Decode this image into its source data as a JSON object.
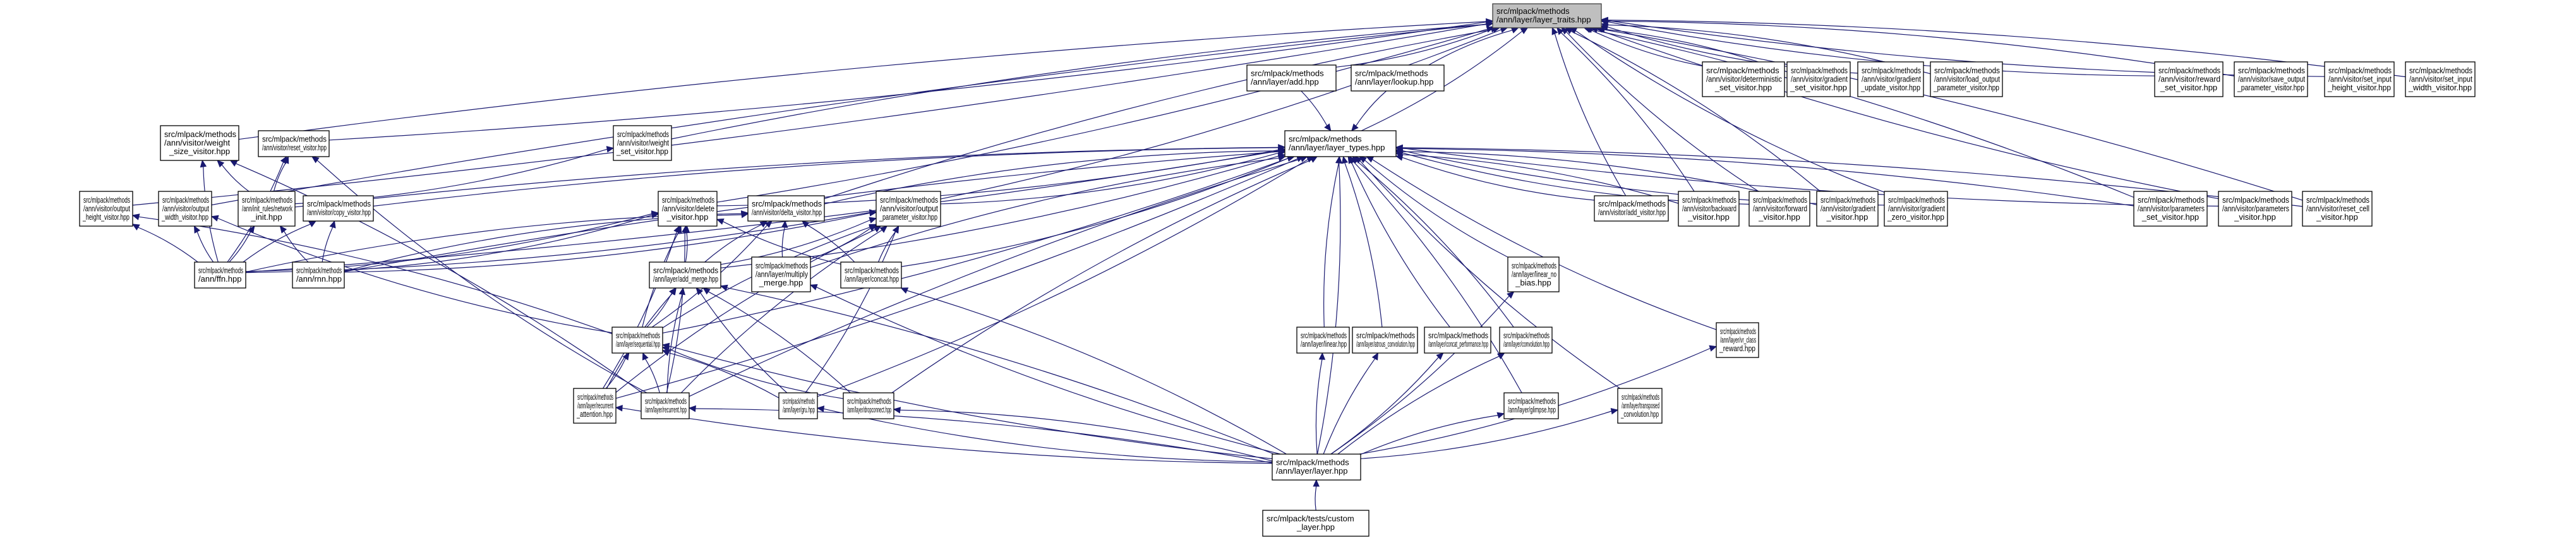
{
  "graph": {
    "kind": "doxygen-included-by-graph",
    "colors": {
      "edge": "#191970",
      "node_border": "#000000",
      "root_fill": "#bfbfbf",
      "node_fill": "#ffffff"
    },
    "root": "layer_traits",
    "nodes": [
      {
        "id": "layer_traits",
        "lines": [
          "src/mlpack/methods",
          "/ann/layer/layer_traits.hpp"
        ]
      },
      {
        "id": "add",
        "lines": [
          "src/mlpack/methods",
          "/ann/layer/add.hpp"
        ]
      },
      {
        "id": "lookup",
        "lines": [
          "src/mlpack/methods",
          "/ann/layer/lookup.hpp"
        ]
      },
      {
        "id": "layer_types",
        "lines": [
          "src/mlpack/methods",
          "/ann/layer/layer_types.hpp"
        ]
      },
      {
        "id": "deterministic_set_visitor",
        "lines": [
          "src/mlpack/methods",
          "/ann/visitor/deterministic",
          "_set_visitor.hpp"
        ]
      },
      {
        "id": "gradient_set_visitor",
        "lines": [
          "src/mlpack/methods",
          "/ann/visitor/gradient",
          "_set_visitor.hpp"
        ]
      },
      {
        "id": "gradient_update_visitor",
        "lines": [
          "src/mlpack/methods",
          "/ann/visitor/gradient",
          "_update_visitor.hpp"
        ]
      },
      {
        "id": "load_output_parameter_visitor",
        "lines": [
          "src/mlpack/methods",
          "/ann/visitor/load_output",
          "_parameter_visitor.hpp"
        ]
      },
      {
        "id": "reward_set_visitor",
        "lines": [
          "src/mlpack/methods",
          "/ann/visitor/reward",
          "_set_visitor.hpp"
        ]
      },
      {
        "id": "save_output_parameter_visitor",
        "lines": [
          "src/mlpack/methods",
          "/ann/visitor/save_output",
          "_parameter_visitor.hpp"
        ]
      },
      {
        "id": "set_input_height_visitor",
        "lines": [
          "src/mlpack/methods",
          "/ann/visitor/set_input",
          "_height_visitor.hpp"
        ]
      },
      {
        "id": "set_input_width_visitor",
        "lines": [
          "src/mlpack/methods",
          "/ann/visitor/set_input",
          "_width_visitor.hpp"
        ]
      },
      {
        "id": "weight_size_visitor",
        "lines": [
          "src/mlpack/methods",
          "/ann/visitor/weight",
          "_size_visitor.hpp"
        ]
      },
      {
        "id": "reset_visitor",
        "lines": [
          "src/mlpack/methods",
          "/ann/visitor/reset_visitor.hpp"
        ]
      },
      {
        "id": "weight_set_visitor",
        "lines": [
          "src/mlpack/methods",
          "/ann/visitor/weight",
          "_set_visitor.hpp"
        ]
      },
      {
        "id": "output_height_visitor",
        "lines": [
          "src/mlpack/methods",
          "/ann/visitor/output",
          "_height_visitor.hpp"
        ]
      },
      {
        "id": "output_width_visitor",
        "lines": [
          "src/mlpack/methods",
          "/ann/visitor/output",
          "_width_visitor.hpp"
        ]
      },
      {
        "id": "network_init",
        "lines": [
          "src/mlpack/methods",
          "/ann/init_rules/network",
          "_init.hpp"
        ]
      },
      {
        "id": "copy_visitor",
        "lines": [
          "src/mlpack/methods",
          "/ann/visitor/copy_visitor.hpp"
        ]
      },
      {
        "id": "delete_visitor",
        "lines": [
          "src/mlpack/methods",
          "/ann/visitor/delete",
          "_visitor.hpp"
        ]
      },
      {
        "id": "delta_visitor",
        "lines": [
          "src/mlpack/methods",
          "/ann/visitor/delta_visitor.hpp"
        ]
      },
      {
        "id": "output_parameter_visitor",
        "lines": [
          "src/mlpack/methods",
          "/ann/visitor/output",
          "_parameter_visitor.hpp"
        ]
      },
      {
        "id": "add_visitor",
        "lines": [
          "src/mlpack/methods",
          "/ann/visitor/add_visitor.hpp"
        ]
      },
      {
        "id": "backward_visitor",
        "lines": [
          "src/mlpack/methods",
          "/ann/visitor/backward",
          "_visitor.hpp"
        ]
      },
      {
        "id": "forward_visitor",
        "lines": [
          "src/mlpack/methods",
          "/ann/visitor/forward",
          "_visitor.hpp"
        ]
      },
      {
        "id": "gradient_visitor",
        "lines": [
          "src/mlpack/methods",
          "/ann/visitor/gradient",
          "_visitor.hpp"
        ]
      },
      {
        "id": "gradient_zero_visitor",
        "lines": [
          "src/mlpack/methods",
          "/ann/visitor/gradient",
          "_zero_visitor.hpp"
        ]
      },
      {
        "id": "parameters_set_visitor",
        "lines": [
          "src/mlpack/methods",
          "/ann/visitor/parameters",
          "_set_visitor.hpp"
        ]
      },
      {
        "id": "parameters_visitor",
        "lines": [
          "src/mlpack/methods",
          "/ann/visitor/parameters",
          "_visitor.hpp"
        ]
      },
      {
        "id": "reset_cell_visitor",
        "lines": [
          "src/mlpack/methods",
          "/ann/visitor/reset_cell",
          "_visitor.hpp"
        ]
      },
      {
        "id": "ffn",
        "lines": [
          "src/mlpack/methods",
          "/ann/ffn.hpp"
        ]
      },
      {
        "id": "rnn",
        "lines": [
          "src/mlpack/methods",
          "/ann/rnn.hpp"
        ]
      },
      {
        "id": "add_merge",
        "lines": [
          "src/mlpack/methods",
          "/ann/layer/add_merge.hpp"
        ]
      },
      {
        "id": "multiply_merge",
        "lines": [
          "src/mlpack/methods",
          "/ann/layer/multiply",
          "_merge.hpp"
        ]
      },
      {
        "id": "concat",
        "lines": [
          "src/mlpack/methods",
          "/ann/layer/concat.hpp"
        ]
      },
      {
        "id": "linear_no_bias",
        "lines": [
          "src/mlpack/methods",
          "/ann/layer/linear_no",
          "_bias.hpp"
        ]
      },
      {
        "id": "sequential",
        "lines": [
          "src/mlpack/methods",
          "/ann/layer/sequential.hpp"
        ]
      },
      {
        "id": "linear",
        "lines": [
          "src/mlpack/methods",
          "/ann/layer/linear.hpp"
        ]
      },
      {
        "id": "atrous_convolution",
        "lines": [
          "src/mlpack/methods",
          "/ann/layer/atrous_convolution.hpp"
        ]
      },
      {
        "id": "concat_performance",
        "lines": [
          "src/mlpack/methods",
          "/ann/layer/concat_performance.hpp"
        ]
      },
      {
        "id": "convolution",
        "lines": [
          "src/mlpack/methods",
          "/ann/layer/convolution.hpp"
        ]
      },
      {
        "id": "vr_class_reward",
        "lines": [
          "src/mlpack/methods",
          "/ann/layer/vr_class",
          "_reward.hpp"
        ]
      },
      {
        "id": "recurrent_attention",
        "lines": [
          "src/mlpack/methods",
          "/ann/layer/recurrent",
          "_attention.hpp"
        ]
      },
      {
        "id": "recurrent",
        "lines": [
          "src/mlpack/methods",
          "/ann/layer/recurrent.hpp"
        ]
      },
      {
        "id": "gru",
        "lines": [
          "src/mlpack/methods",
          "/ann/layer/gru.hpp"
        ]
      },
      {
        "id": "dropconnect",
        "lines": [
          "src/mlpack/methods",
          "/ann/layer/dropconnect.hpp"
        ]
      },
      {
        "id": "glimpse",
        "lines": [
          "src/mlpack/methods",
          "/ann/layer/glimpse.hpp"
        ]
      },
      {
        "id": "transposed_convolution",
        "lines": [
          "src/mlpack/methods",
          "/ann/layer/transposed",
          "_convolution.hpp"
        ]
      },
      {
        "id": "layer",
        "lines": [
          "src/mlpack/methods",
          "/ann/layer/layer.hpp"
        ]
      },
      {
        "id": "custom_layer",
        "lines": [
          "src/mlpack/tests/custom",
          "_layer.hpp"
        ]
      }
    ],
    "edges": [
      [
        "add",
        "layer_traits"
      ],
      [
        "lookup",
        "layer_traits"
      ],
      [
        "layer_types",
        "layer_traits"
      ],
      [
        "deterministic_set_visitor",
        "layer_traits"
      ],
      [
        "gradient_set_visitor",
        "layer_traits"
      ],
      [
        "gradient_update_visitor",
        "layer_traits"
      ],
      [
        "load_output_parameter_visitor",
        "layer_traits"
      ],
      [
        "reward_set_visitor",
        "layer_traits"
      ],
      [
        "save_output_parameter_visitor",
        "layer_traits"
      ],
      [
        "set_input_height_visitor",
        "layer_traits"
      ],
      [
        "set_input_width_visitor",
        "layer_traits"
      ],
      [
        "weight_size_visitor",
        "layer_traits"
      ],
      [
        "reset_visitor",
        "layer_traits"
      ],
      [
        "weight_set_visitor",
        "layer_traits"
      ],
      [
        "output_height_visitor",
        "layer_traits"
      ],
      [
        "output_width_visitor",
        "layer_traits"
      ],
      [
        "delete_visitor",
        "layer_traits"
      ],
      [
        "delta_visitor",
        "layer_traits"
      ],
      [
        "output_parameter_visitor",
        "layer_traits"
      ],
      [
        "add_visitor",
        "layer_traits"
      ],
      [
        "backward_visitor",
        "layer_traits"
      ],
      [
        "forward_visitor",
        "layer_traits"
      ],
      [
        "gradient_visitor",
        "layer_traits"
      ],
      [
        "gradient_zero_visitor",
        "layer_traits"
      ],
      [
        "parameters_set_visitor",
        "layer_traits"
      ],
      [
        "parameters_visitor",
        "layer_traits"
      ],
      [
        "reset_cell_visitor",
        "layer_traits"
      ],
      [
        "add",
        "layer_types"
      ],
      [
        "lookup",
        "layer_types"
      ],
      [
        "copy_visitor",
        "layer_types"
      ],
      [
        "delete_visitor",
        "layer_types"
      ],
      [
        "delta_visitor",
        "layer_types"
      ],
      [
        "output_parameter_visitor",
        "layer_types"
      ],
      [
        "add_visitor",
        "layer_types"
      ],
      [
        "backward_visitor",
        "layer_types"
      ],
      [
        "forward_visitor",
        "layer_types"
      ],
      [
        "gradient_visitor",
        "layer_types"
      ],
      [
        "gradient_zero_visitor",
        "layer_types"
      ],
      [
        "parameters_set_visitor",
        "layer_types"
      ],
      [
        "parameters_visitor",
        "layer_types"
      ],
      [
        "reset_cell_visitor",
        "layer_types"
      ],
      [
        "network_init",
        "layer_types"
      ],
      [
        "ffn",
        "layer_types"
      ],
      [
        "rnn",
        "layer_types"
      ],
      [
        "add_merge",
        "layer_types"
      ],
      [
        "multiply_merge",
        "layer_types"
      ],
      [
        "concat",
        "layer_types"
      ],
      [
        "linear_no_bias",
        "layer_types"
      ],
      [
        "sequential",
        "layer_types"
      ],
      [
        "linear",
        "layer_types"
      ],
      [
        "atrous_convolution",
        "layer_types"
      ],
      [
        "concat_performance",
        "layer_types"
      ],
      [
        "convolution",
        "layer_types"
      ],
      [
        "vr_class_reward",
        "layer_types"
      ],
      [
        "recurrent_attention",
        "layer_types"
      ],
      [
        "recurrent",
        "layer_types"
      ],
      [
        "gru",
        "layer_types"
      ],
      [
        "dropconnect",
        "layer_types"
      ],
      [
        "glimpse",
        "layer_types"
      ],
      [
        "transposed_convolution",
        "layer_types"
      ],
      [
        "layer",
        "layer_types"
      ],
      [
        "network_init",
        "reset_visitor"
      ],
      [
        "network_init",
        "weight_set_visitor"
      ],
      [
        "network_init",
        "weight_size_visitor"
      ],
      [
        "ffn",
        "output_height_visitor"
      ],
      [
        "ffn",
        "output_width_visitor"
      ],
      [
        "ffn",
        "network_init"
      ],
      [
        "ffn",
        "copy_visitor"
      ],
      [
        "ffn",
        "delete_visitor"
      ],
      [
        "ffn",
        "delta_visitor"
      ],
      [
        "ffn",
        "output_parameter_visitor"
      ],
      [
        "ffn",
        "weight_size_visitor"
      ],
      [
        "ffn",
        "reset_visitor"
      ],
      [
        "rnn",
        "network_init"
      ],
      [
        "rnn",
        "delete_visitor"
      ],
      [
        "rnn",
        "delta_visitor"
      ],
      [
        "rnn",
        "output_parameter_visitor"
      ],
      [
        "rnn",
        "copy_visitor"
      ],
      [
        "add_merge",
        "delete_visitor"
      ],
      [
        "add_merge",
        "delta_visitor"
      ],
      [
        "add_merge",
        "output_parameter_visitor"
      ],
      [
        "multiply_merge",
        "delta_visitor"
      ],
      [
        "multiply_merge",
        "output_parameter_visitor"
      ],
      [
        "concat",
        "delete_visitor"
      ],
      [
        "concat",
        "delta_visitor"
      ],
      [
        "concat",
        "output_parameter_visitor"
      ],
      [
        "sequential",
        "add_merge"
      ],
      [
        "sequential",
        "delete_visitor"
      ],
      [
        "sequential",
        "delta_visitor"
      ],
      [
        "sequential",
        "output_parameter_visitor"
      ],
      [
        "sequential",
        "output_height_visitor"
      ],
      [
        "sequential",
        "output_width_visitor"
      ],
      [
        "recurrent_attention",
        "sequential"
      ],
      [
        "recurrent_attention",
        "add_merge"
      ],
      [
        "recurrent_attention",
        "delete_visitor"
      ],
      [
        "recurrent_attention",
        "output_parameter_visitor"
      ],
      [
        "recurrent",
        "sequential"
      ],
      [
        "recurrent",
        "add_merge"
      ],
      [
        "recurrent",
        "delete_visitor"
      ],
      [
        "recurrent",
        "output_parameter_visitor"
      ],
      [
        "recurrent",
        "weight_size_visitor"
      ],
      [
        "recurrent",
        "reset_visitor"
      ],
      [
        "gru",
        "sequential"
      ],
      [
        "gru",
        "add_merge"
      ],
      [
        "gru",
        "output_parameter_visitor"
      ],
      [
        "dropconnect",
        "sequential"
      ],
      [
        "dropconnect",
        "add_merge"
      ],
      [
        "layer",
        "sequential"
      ],
      [
        "layer",
        "add_merge"
      ],
      [
        "layer",
        "multiply_merge"
      ],
      [
        "layer",
        "concat"
      ],
      [
        "layer",
        "linear"
      ],
      [
        "layer",
        "linear_no_bias"
      ],
      [
        "layer",
        "atrous_convolution"
      ],
      [
        "layer",
        "concat_performance"
      ],
      [
        "layer",
        "convolution"
      ],
      [
        "layer",
        "vr_class_reward"
      ],
      [
        "layer",
        "recurrent_attention"
      ],
      [
        "layer",
        "recurrent"
      ],
      [
        "layer",
        "gru"
      ],
      [
        "layer",
        "dropconnect"
      ],
      [
        "layer",
        "glimpse"
      ],
      [
        "layer",
        "transposed_convolution"
      ],
      [
        "custom_layer",
        "layer"
      ]
    ]
  }
}
